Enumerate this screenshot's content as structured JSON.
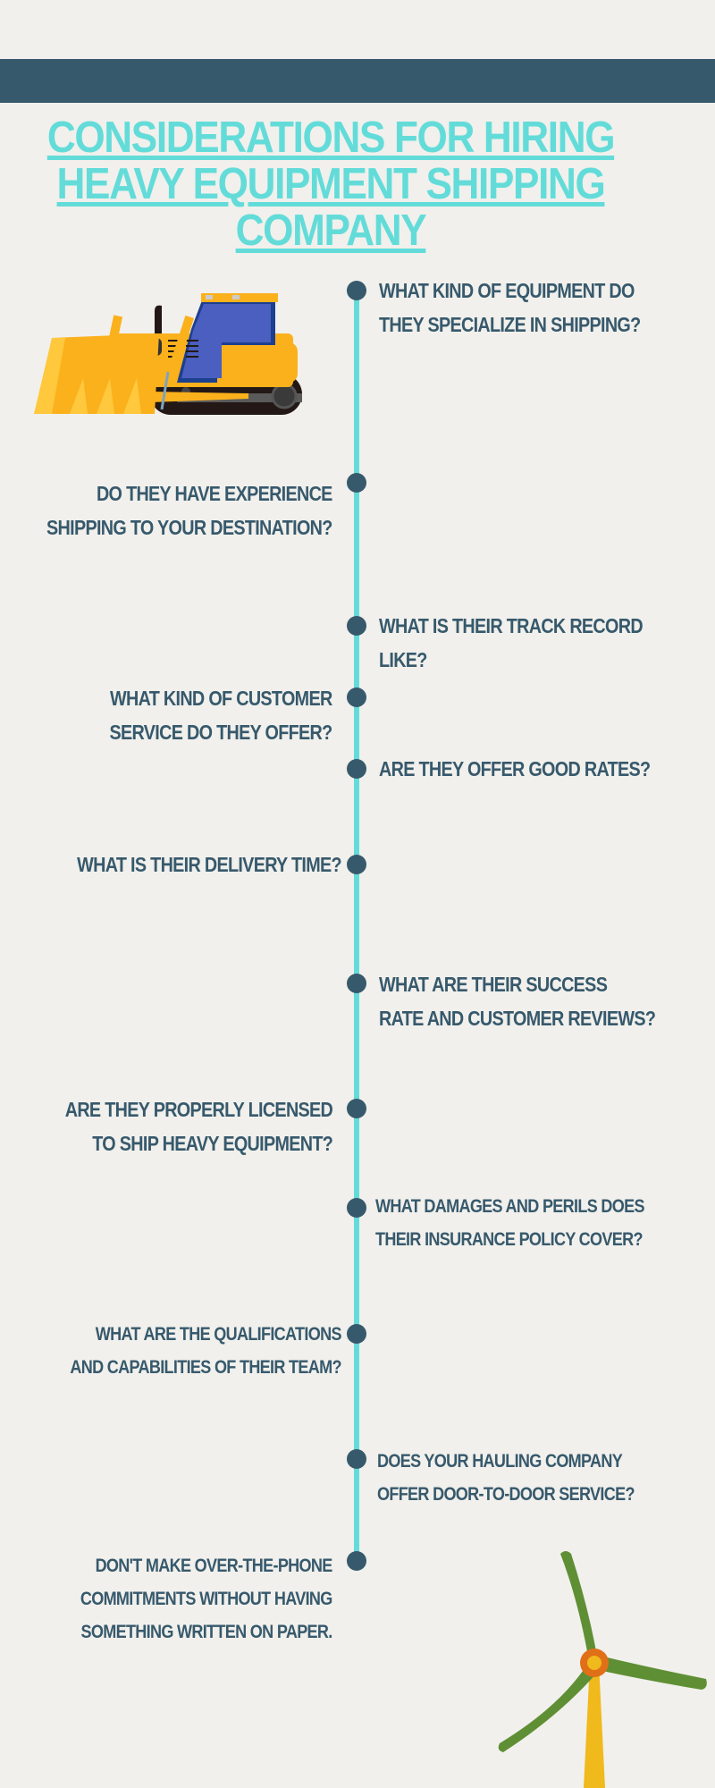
{
  "header": {
    "title_lines": [
      "CONSIDERATIONS FOR HIRING",
      "HEAVY EQUIPMENT SHIPPING",
      "COMPANY"
    ]
  },
  "colors": {
    "background": "#f1f0ec",
    "navy": "#37596c",
    "teal": "#63dcd9",
    "yellow": "#fbb11c",
    "green": "#5f8f34",
    "orange": "#e07018"
  },
  "illustrations": {
    "top": "bulldozer-icon",
    "bottom": "wind-turbine-icon"
  },
  "timeline": {
    "items": [
      {
        "side": "right",
        "lines": [
          "WHAT KIND OF EQUIPMENT DO",
          "THEY SPECIALIZE IN SHIPPING?"
        ]
      },
      {
        "side": "left",
        "lines": [
          "DO THEY HAVE EXPERIENCE",
          "SHIPPING TO YOUR DESTINATION?"
        ]
      },
      {
        "side": "right",
        "lines": [
          "WHAT IS THEIR TRACK RECORD",
          "LIKE?"
        ]
      },
      {
        "side": "left",
        "lines": [
          "WHAT KIND OF CUSTOMER",
          "SERVICE DO THEY OFFER?"
        ]
      },
      {
        "side": "right",
        "lines": [
          "ARE THEY OFFER GOOD RATES?"
        ]
      },
      {
        "side": "left",
        "lines": [
          "WHAT IS THEIR DELIVERY TIME?"
        ]
      },
      {
        "side": "right",
        "lines": [
          "WHAT ARE THEIR SUCCESS",
          "RATE AND CUSTOMER REVIEWS?"
        ]
      },
      {
        "side": "left",
        "lines": [
          "ARE THEY PROPERLY LICENSED",
          "TO SHIP HEAVY EQUIPMENT?"
        ]
      },
      {
        "side": "right",
        "lines": [
          "WHAT DAMAGES AND PERILS DOES",
          "THEIR INSURANCE POLICY COVER?"
        ]
      },
      {
        "side": "left",
        "lines": [
          "WHAT ARE THE QUALIFICATIONS",
          "AND CAPABILITIES OF THEIR TEAM?"
        ]
      },
      {
        "side": "right",
        "lines": [
          "DOES YOUR HAULING COMPANY",
          "OFFER DOOR-TO-DOOR SERVICE?"
        ]
      },
      {
        "side": "left",
        "lines": [
          "DON'T MAKE OVER-THE-PHONE",
          "COMMITMENTS WITHOUT HAVING",
          "SOMETHING WRITTEN ON PAPER."
        ]
      }
    ]
  }
}
